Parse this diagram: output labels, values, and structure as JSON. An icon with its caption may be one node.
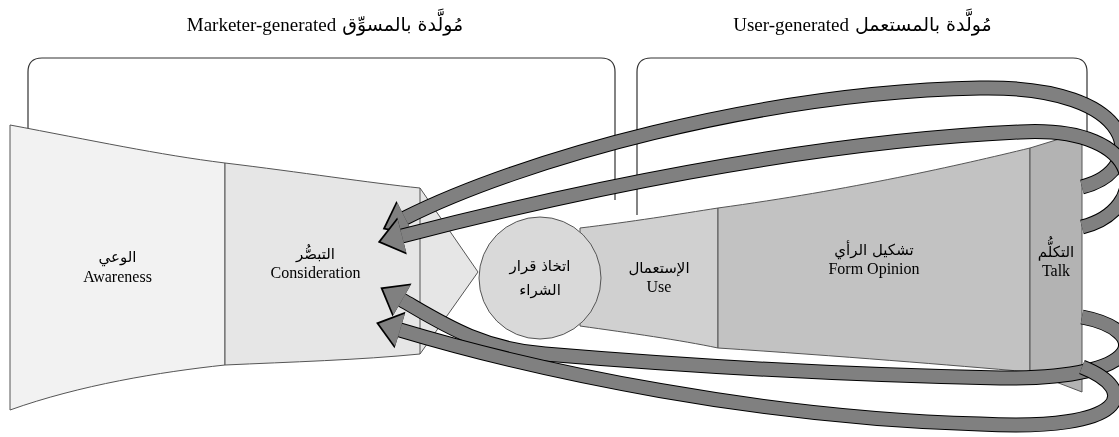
{
  "diagram": {
    "nodes": [
      {
        "text": [
          "مُولَّدة بالمسوِّق",
          "Marketer-generated"
        ]
      },
      {
        "text": [
          "مُولَّدة بالمستعمل",
          "User-generated"
        ]
      },
      {
        "text": [
          "الوعي",
          "Awareness"
        ]
      },
      {
        "text": [
          "التبصُّر",
          "Consideration"
        ]
      },
      {
        "text": [
          "اتخاذ قرار الشراء"
        ]
      },
      {
        "text": [
          "الإستعمال",
          "Use"
        ]
      },
      {
        "text": [
          "تشكيل الرأي",
          "Form Opinion"
        ]
      },
      {
        "text": [
          "التكلُّم",
          "Talk"
        ]
      }
    ],
    "edges": [
      {
        "from": 7,
        "to": 3,
        "arrow": "to"
      },
      {
        "from": 7,
        "to": 3,
        "arrow": "to"
      },
      {
        "from": 7,
        "to": 3,
        "arrow": "to"
      },
      {
        "from": 7,
        "to": 3,
        "arrow": "to"
      }
    ]
  }
}
